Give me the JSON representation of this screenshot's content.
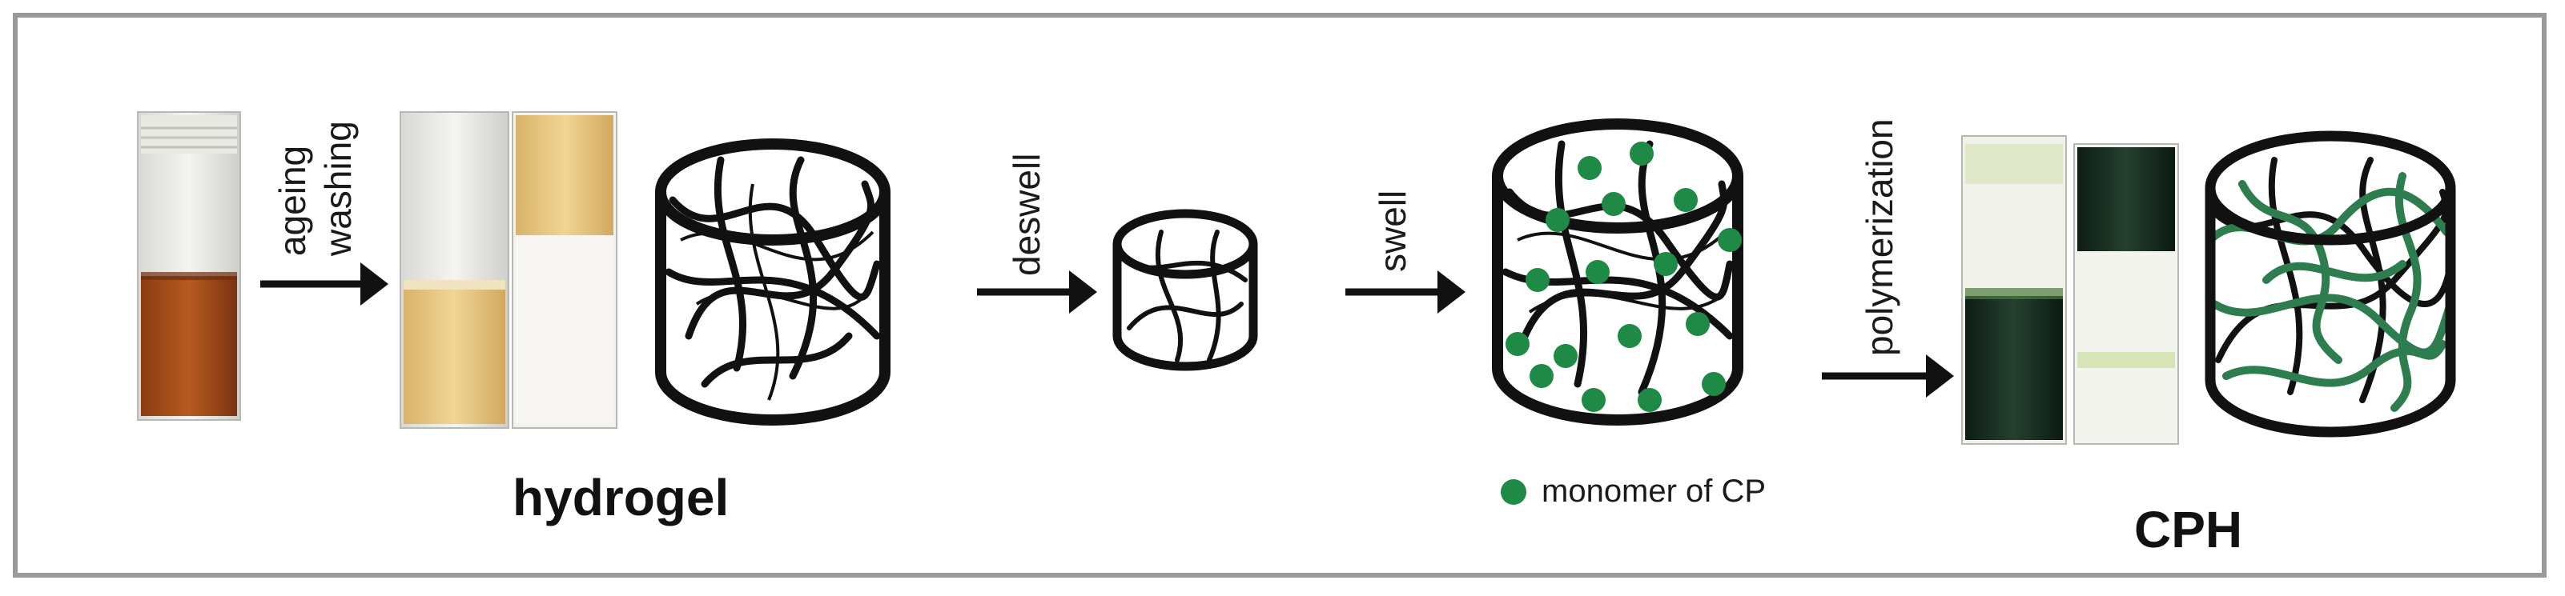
{
  "steps": {
    "step1_top": "ageing",
    "step1_bottom": "washing",
    "step2": "deswell",
    "step3": "swell",
    "step4": "polymerization"
  },
  "labels": {
    "hydrogel": "hydrogel",
    "cph": "CPH"
  },
  "legend": {
    "monomer": "monomer of CP"
  },
  "colors": {
    "monomer": "#1f8a46",
    "network": "#111111",
    "frame": "#9a9a9a",
    "polymer": "#2e7d4f"
  }
}
